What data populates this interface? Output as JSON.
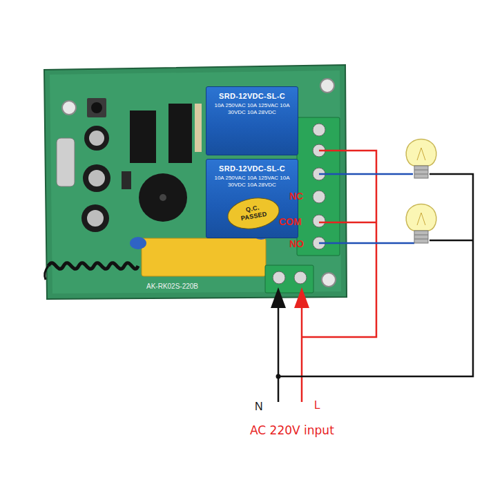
{
  "diagram": {
    "nodes": [
      {
        "text": [
          "SRD-12VDC-SL-C",
          "10A 250VAC 10A 125VAC 10A 30VDC 10A 28VDC"
        ]
      },
      {
        "text": [
          "SRD-12VDC-SL-C",
          "10A 250VAC 10A 125VAC 10A 30VDC 10A 28VDC"
        ]
      },
      {
        "text": [
          "Q.C. PASSED"
        ],
        "in": 1
      }
    ],
    "labels": [
      "NC",
      "COM",
      "NO",
      "AK-RK02S-220B",
      "N",
      "L",
      "AC 220V input"
    ]
  }
}
